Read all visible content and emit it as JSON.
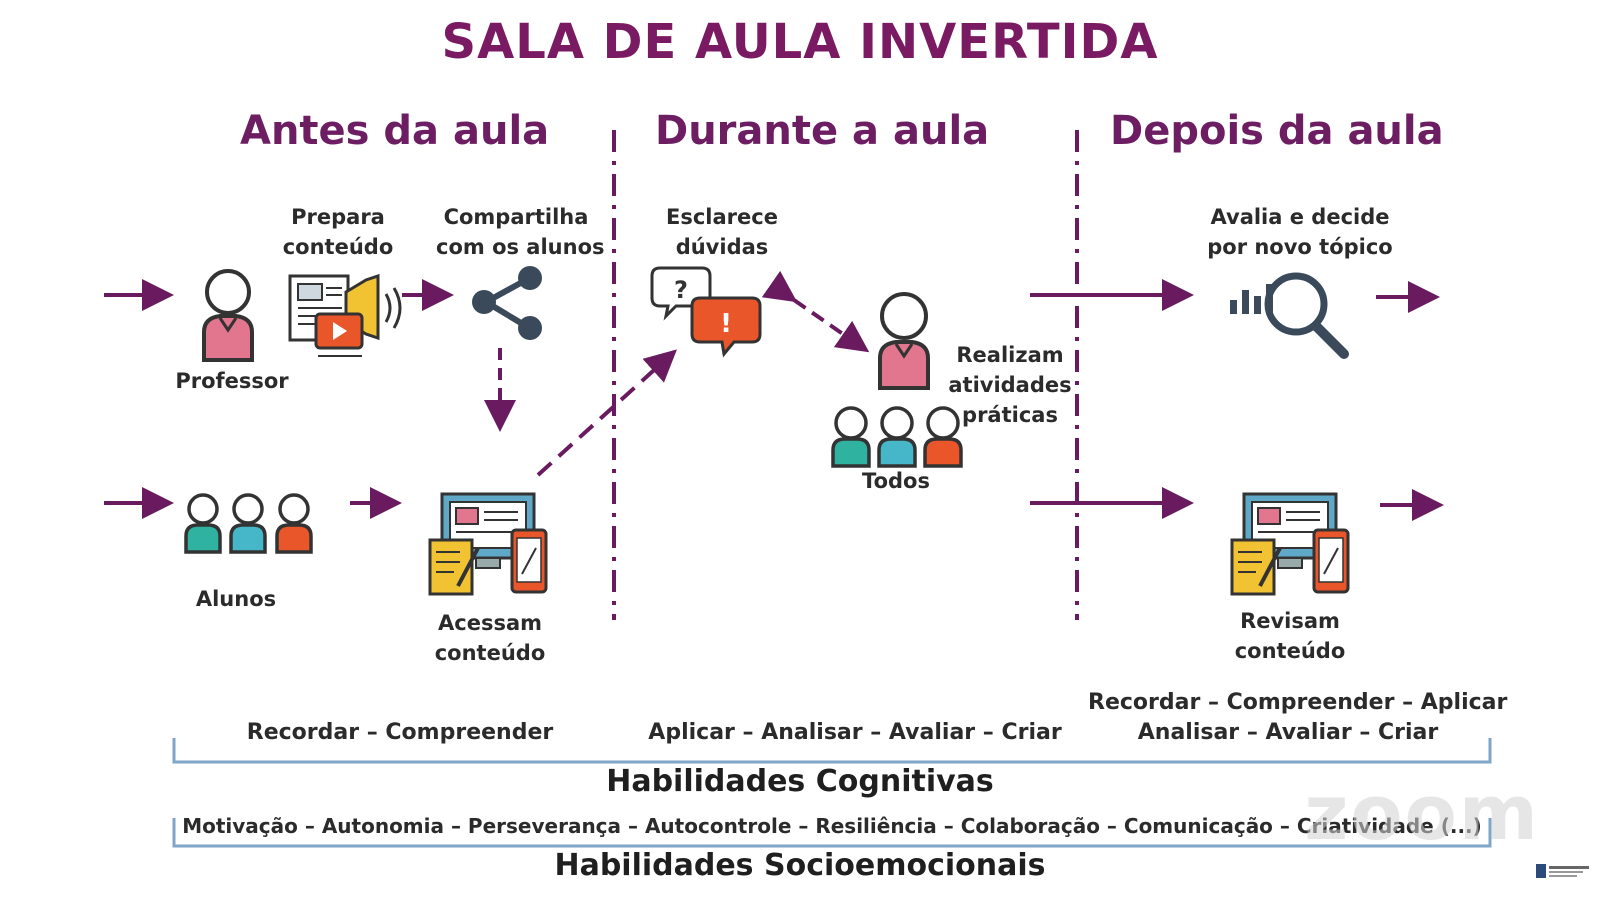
{
  "title": "SALA DE AULA INVERTIDA",
  "phases": {
    "before": "Antes da aula",
    "during": "Durante a aula",
    "after": "Depois da aula"
  },
  "labels": {
    "professor": "Professor",
    "prepara": [
      "Prepara",
      "conteúdo"
    ],
    "compartilha": [
      "Compartilha",
      "com os alunos"
    ],
    "alunos": "Alunos",
    "acessam": [
      "Acessam",
      "conteúdo"
    ],
    "esclarece": [
      "Esclarece",
      "dúvidas"
    ],
    "realizam": [
      "Realizam",
      "atividades",
      "práticas"
    ],
    "todos": "Todos",
    "avalia": [
      "Avalia e decide",
      "por novo tópico"
    ],
    "revisam": [
      "Revisam",
      "conteúdo"
    ]
  },
  "cognitive": {
    "before": "Recordar –  Compreender",
    "during": "Aplicar –  Analisar – Avaliar –  Criar",
    "after_line1": "Recordar –  Compreender – Aplicar",
    "after_line2": "Analisar – Avaliar – Criar",
    "title": "Habilidades  Cognitivas"
  },
  "socio": {
    "list": "Motivação – Autonomia – Perseverança –  Autocontrole – Resiliência – Colaboração  –  Comunicação – Criatividade (...)",
    "title": "Habilidades  Socioemocionais"
  },
  "watermark": "zoom",
  "colors": {
    "title": "#7a1a63",
    "arrow": "#6a1a5f",
    "teal": "#2fb3a0",
    "orange": "#e8562a",
    "pink": "#e2768f",
    "bracket": "#7fa6c8",
    "yellow": "#f1c232"
  },
  "icons": [
    "person-icon",
    "media-content-icon",
    "share-icon",
    "students-icon",
    "devices-icon",
    "speech-bubbles-icon",
    "analytics-search-icon"
  ]
}
